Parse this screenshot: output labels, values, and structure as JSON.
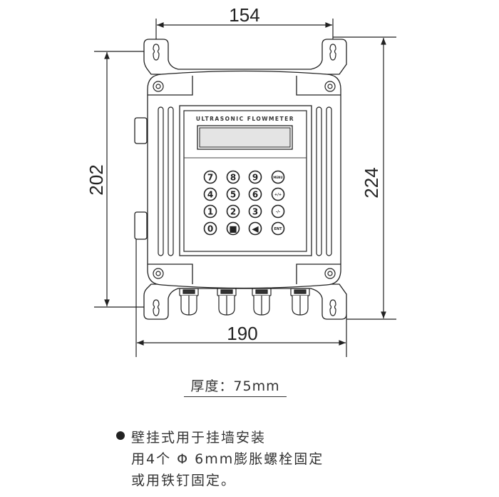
{
  "dimensions": {
    "top_width": "154",
    "bottom_width": "190",
    "left_height": "202",
    "right_height": "224"
  },
  "device": {
    "title": "ULTRASONIC FLOWMETER",
    "keys": [
      [
        "7",
        "8",
        "9",
        "MENU"
      ],
      [
        "4",
        "5",
        "6",
        "+/+"
      ],
      [
        "1",
        "2",
        "3",
        "-/-"
      ],
      [
        "0",
        "■",
        "◀",
        "ENT"
      ]
    ]
  },
  "thickness": "厚度：75mm",
  "notes": [
    "壁挂式用于挂墙安装",
    "用4个 Φ 6mm膨胀螺栓固定",
    "或用铁钉固定。"
  ]
}
